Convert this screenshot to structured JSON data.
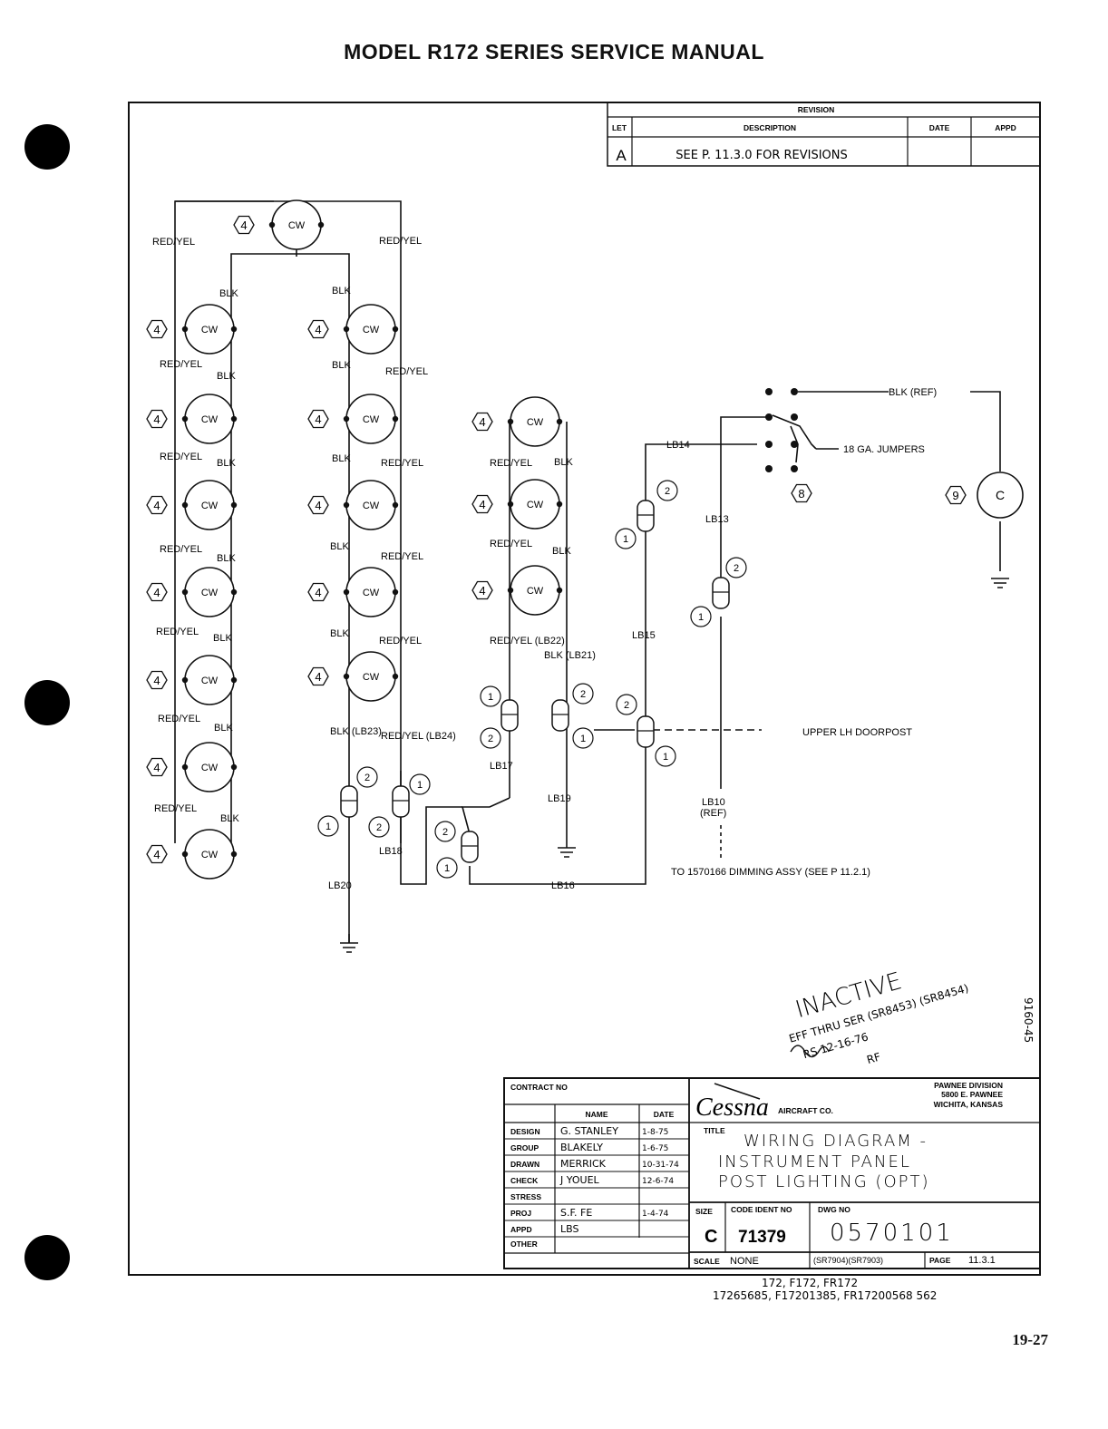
{
  "page": {
    "header": "MODEL R172 SERIES SERVICE MANUAL",
    "page_number": "19-27"
  },
  "revision_block": {
    "title": "REVISION",
    "col_let": "LET",
    "col_description": "DESCRIPTION",
    "col_date": "DATE",
    "col_appd": "APPD",
    "row_let": "A",
    "row_description": "SEE P. 11.3.0 FOR REVISIONS"
  },
  "wires": {
    "red_yel": "RED/YEL",
    "blk": "BLK",
    "blk_ref": "BLK (REF)",
    "jumpers": "18 GA. JUMPERS",
    "red_yel_lb22": "RED/YEL (LB22)",
    "blk_lb21": "BLK (LB21)",
    "blk_lb23": "BLK (LB23)",
    "red_yel_lb24": "RED/YEL (LB24)",
    "lb14": "LB14",
    "lb13": "LB13",
    "lb15": "LB15",
    "lb17": "LB17",
    "lb19": "LB19",
    "lb18": "LB18",
    "lb20": "LB20",
    "lb16": "LB16",
    "lb10": "LB10",
    "ref": "(REF)",
    "upper_lh_doorpost": "UPPER LH DOORPOST",
    "to_dimming": "TO 1570166 DIMMING ASSY (SEE P 11.2.1)"
  },
  "callouts": {
    "lamp_symbol": "CW",
    "lamp_item": "4",
    "switch_item": "8",
    "motor_item": "9",
    "motor_symbol": "C",
    "c1": "1",
    "c2": "2"
  },
  "stamp": {
    "inactive": "INACTIVE",
    "eff_thru": "EFF THRU SER (SR8453) (SR8454)",
    "rs_date": "RS 12-16-76",
    "initials": "RF",
    "side_number": "9160-45"
  },
  "title_block": {
    "contract_no": "CONTRACT NO",
    "name": "NAME",
    "date": "DATE",
    "rows": [
      {
        "role": "DESIGN",
        "name": "G. STANLEY",
        "date": "1-8-75"
      },
      {
        "role": "GROUP",
        "name": "BLAKELY",
        "date": "1-6-75"
      },
      {
        "role": "DRAWN",
        "name": "MERRICK",
        "date": "10-31-74"
      },
      {
        "role": "CHECK",
        "name": "J YOUEL",
        "date": "12-6-74"
      },
      {
        "role": "STRESS",
        "name": "",
        "date": ""
      },
      {
        "role": "PROJ",
        "name": "S.F. FE",
        "date": "1-4-74"
      },
      {
        "role": "APPD",
        "name": "LBS",
        "date": ""
      },
      {
        "role": "OTHER",
        "name": "",
        "date": ""
      }
    ],
    "company": "Cessna",
    "company_suffix": "AIRCRAFT CO.",
    "division": "PAWNEE DIVISION",
    "address": "5800 E. PAWNEE",
    "city": "WICHITA, KANSAS",
    "title_label": "TITLE",
    "title_l1": "WIRING DIAGRAM -",
    "title_l2": "INSTRUMENT PANEL",
    "title_l3": "POST LIGHTING (OPT)",
    "size_label": "SIZE",
    "size": "C",
    "code_ident_label": "CODE IDENT NO",
    "code_ident": "71379",
    "dwg_no_label": "DWG NO",
    "dwg_no": "0570101",
    "scale_label": "SCALE",
    "scale": "NONE",
    "sr_refs": "(SR7904)(SR7903)",
    "page_label": "PAGE",
    "page": "11.3.1"
  },
  "effectivity": {
    "models": "172, F172, FR172",
    "serials": "17265685, F17201385, FR17200568 562"
  }
}
